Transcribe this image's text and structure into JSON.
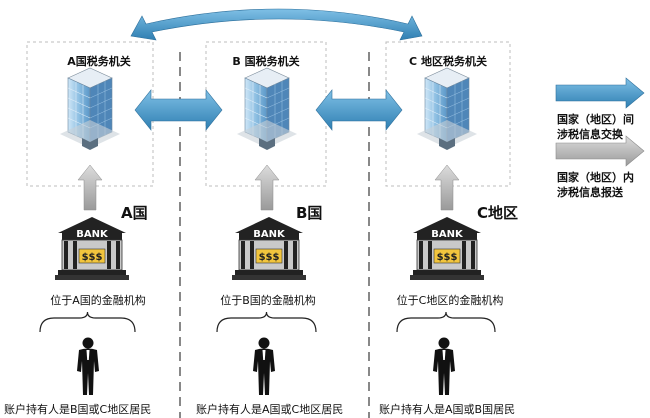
{
  "regions": [
    {
      "tax_office": "A国税务机关",
      "country": "A国",
      "institution": "位于A国的金融机构",
      "holder": "账户持有人是B国或C地区居民"
    },
    {
      "tax_office": "B 国税务机关",
      "country": "B国",
      "institution": "位于B国的金融机构",
      "holder": "账户持有人是A国或C地区居民"
    },
    {
      "tax_office": "C 地区税务机关",
      "country": "C地区",
      "institution": "位于C地区的金融机构",
      "holder": "账户持有人是A国或B国居民"
    }
  ],
  "bank_word": "BANK",
  "bank_symbol": "$$$",
  "legend": {
    "exchange": {
      "line1": "国家（地区）间",
      "line2": "涉税信息交换",
      "color": "#3f8fbf"
    },
    "reporting": {
      "line1": "国家（地区）内",
      "line2": "涉税信息报送",
      "color": "#a9a9a9"
    }
  },
  "colors": {
    "exchange_arrow": "#3f8fbf",
    "reporting_arrow": "#b4b4b4",
    "box_border": "#bdbdbd",
    "divider": "#555555"
  }
}
